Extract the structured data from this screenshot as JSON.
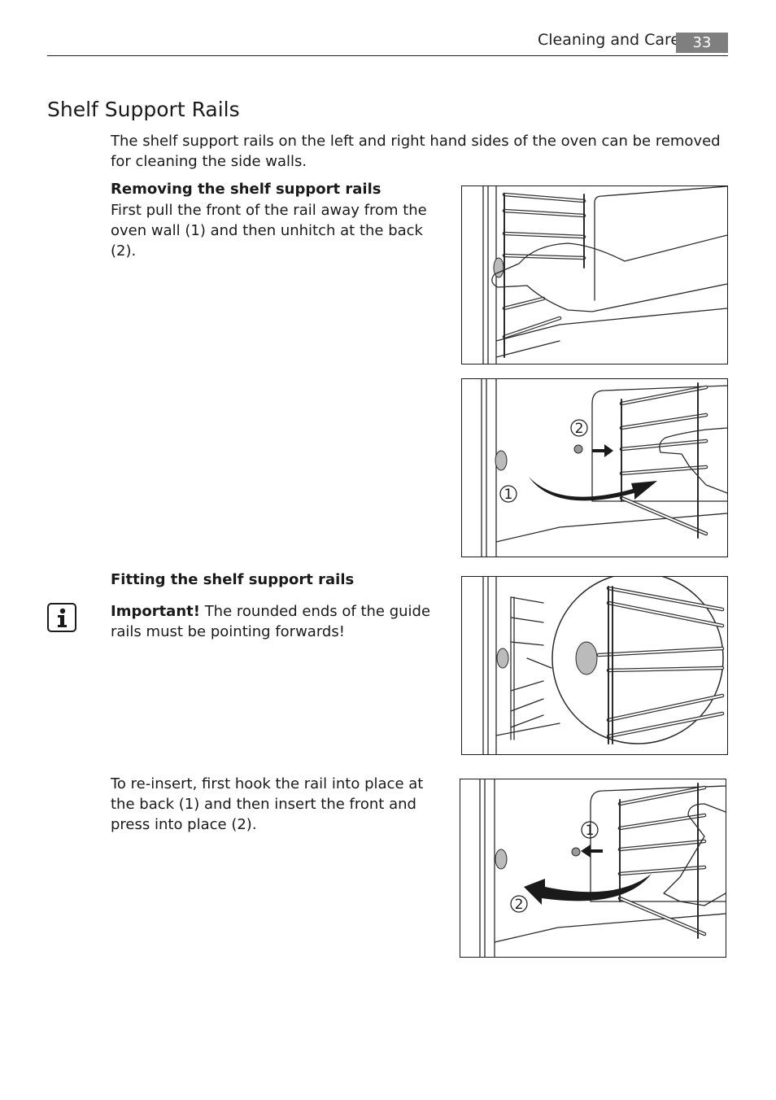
{
  "header": {
    "section": "Cleaning and Care",
    "page_number": "33"
  },
  "title": "Shelf Support Rails",
  "intro": "The shelf support rails on the left and right hand sides of the oven can be removed for cleaning the side walls.",
  "removing": {
    "heading": "Removing the shelf support rails",
    "text": "First pull the front of the rail away from the oven wall (1) and then unhitch at the back (2)."
  },
  "fitting": {
    "heading": "Fitting the shelf support rails",
    "important_label": "Important!",
    "important_text": " The rounded ends of the guide rails must be pointing forwards!",
    "reinsert_text": "To re-insert, first hook the rail into place at the back (1) and then insert the front and press into place (2)."
  },
  "figures": {
    "fig2_label_back": "2",
    "fig2_label_front": "1",
    "fig4_label_back": "1",
    "fig4_label_front": "2"
  },
  "icons": {
    "info": "info-icon"
  }
}
